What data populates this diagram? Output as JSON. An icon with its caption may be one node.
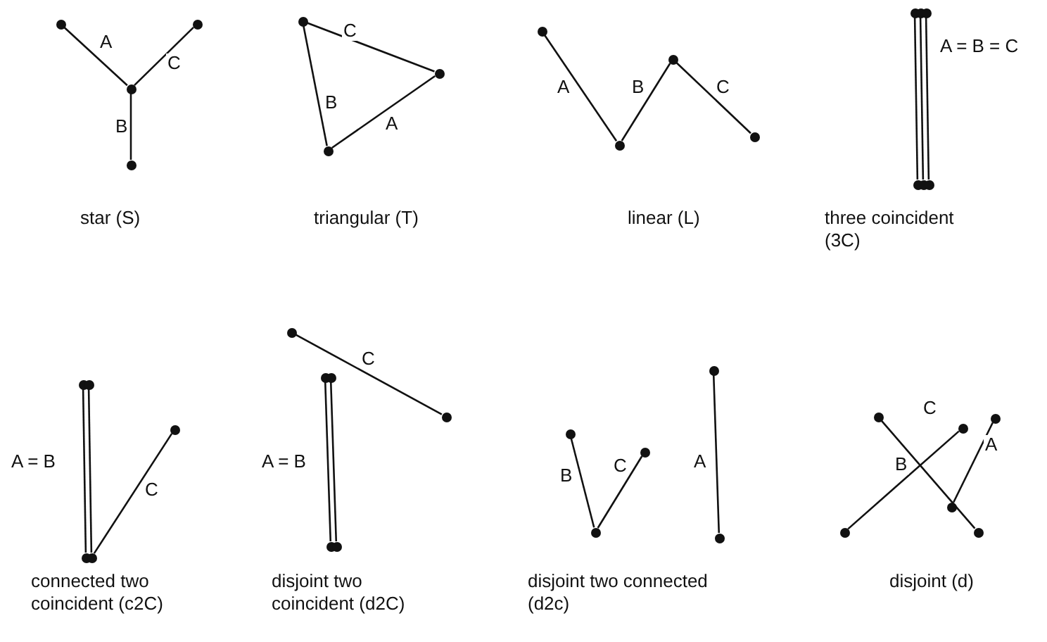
{
  "diagram": {
    "nodes": [
      {
        "text": [],
        "shape": "circle"
      },
      {
        "text": [],
        "shape": "circle"
      },
      {
        "text": [],
        "shape": "circle"
      },
      {
        "text": [],
        "shape": "circle"
      },
      {
        "text": [],
        "shape": "circle"
      },
      {
        "text": [],
        "shape": "circle"
      },
      {
        "text": [],
        "shape": "circle"
      },
      {
        "text": [],
        "shape": "circle"
      },
      {
        "text": [],
        "shape": "circle"
      },
      {
        "text": [],
        "shape": "circle"
      },
      {
        "text": [],
        "shape": "circle"
      },
      {
        "text": [],
        "shape": "circle"
      },
      {
        "text": [],
        "shape": "circle"
      },
      {
        "text": [],
        "shape": "circle"
      },
      {
        "text": [],
        "shape": "circle"
      },
      {
        "text": [],
        "shape": "circle"
      },
      {
        "text": [],
        "shape": "circle"
      },
      {
        "text": [],
        "shape": "circle"
      },
      {
        "text": [],
        "shape": "circle"
      },
      {
        "text": [],
        "shape": "circle"
      },
      {
        "text": [],
        "shape": "circle"
      },
      {
        "text": [],
        "shape": "circle"
      },
      {
        "text": [],
        "shape": "circle"
      },
      {
        "text": [],
        "shape": "circle"
      },
      {
        "text": [],
        "shape": "circle"
      },
      {
        "text": [],
        "shape": "circle"
      },
      {
        "text": [],
        "shape": "circle"
      },
      {
        "text": [],
        "shape": "circle"
      },
      {
        "text": [],
        "shape": "circle"
      },
      {
        "text": [],
        "shape": "circle"
      },
      {
        "text": [],
        "shape": "circle"
      },
      {
        "text": [],
        "shape": "circle"
      },
      {
        "text": [],
        "shape": "circle"
      },
      {
        "text": [],
        "shape": "circle"
      },
      {
        "text": [],
        "shape": "circle"
      },
      {
        "text": [],
        "shape": "circle"
      },
      {
        "text": [],
        "shape": "circle"
      },
      {
        "text": [],
        "shape": "circle"
      },
      {
        "text": [],
        "shape": "circle"
      }
    ],
    "edges": [
      {
        "from": 0,
        "to": 2,
        "arrow": "none",
        "label": "A"
      },
      {
        "from": 1,
        "to": 2,
        "arrow": "none",
        "label": "C"
      },
      {
        "from": 2,
        "to": 3,
        "arrow": "none",
        "label": "B"
      },
      {
        "from": 4,
        "to": 5,
        "arrow": "none",
        "label": "C"
      },
      {
        "from": 4,
        "to": 6,
        "arrow": "none",
        "label": "B"
      },
      {
        "from": 5,
        "to": 6,
        "arrow": "none",
        "label": "A"
      },
      {
        "from": 7,
        "to": 8,
        "arrow": "none",
        "label": "A"
      },
      {
        "from": 8,
        "to": 9,
        "arrow": "none",
        "label": "B"
      },
      {
        "from": 9,
        "to": 10,
        "arrow": "none",
        "label": "C"
      },
      {
        "from": 11,
        "to": 14,
        "arrow": "none"
      },
      {
        "from": 12,
        "to": 15,
        "arrow": "none"
      },
      {
        "from": 13,
        "to": 16,
        "arrow": "none"
      },
      {
        "from": 17,
        "to": 19,
        "arrow": "none"
      },
      {
        "from": 18,
        "to": 20,
        "arrow": "none"
      },
      {
        "from": 20,
        "to": 21,
        "arrow": "none",
        "label": "C"
      },
      {
        "from": 22,
        "to": 23,
        "arrow": "none",
        "label": "C"
      },
      {
        "from": 24,
        "to": 26,
        "arrow": "none"
      },
      {
        "from": 25,
        "to": 27,
        "arrow": "none"
      },
      {
        "from": 28,
        "to": 29,
        "arrow": "none",
        "label": "B"
      },
      {
        "from": 29,
        "to": 30,
        "arrow": "none",
        "label": "C"
      },
      {
        "from": 31,
        "to": 32,
        "arrow": "none",
        "label": "A"
      },
      {
        "from": 33,
        "to": 34,
        "arrow": "none",
        "label": "C"
      },
      {
        "from": 35,
        "to": 36,
        "arrow": "none",
        "label": "B"
      },
      {
        "from": 37,
        "to": 38,
        "arrow": "none",
        "label": "A"
      }
    ],
    "labels": [
      "A = B = C",
      "star (S)",
      "triangular (T)",
      "linear (L)",
      "three coincident (3C)",
      "A = B",
      "A = B",
      "connected two coincident (c2C)",
      "disjoint two coincident (d2C)",
      "disjoint two connected (d2c)",
      "disjoint (d)"
    ]
  }
}
